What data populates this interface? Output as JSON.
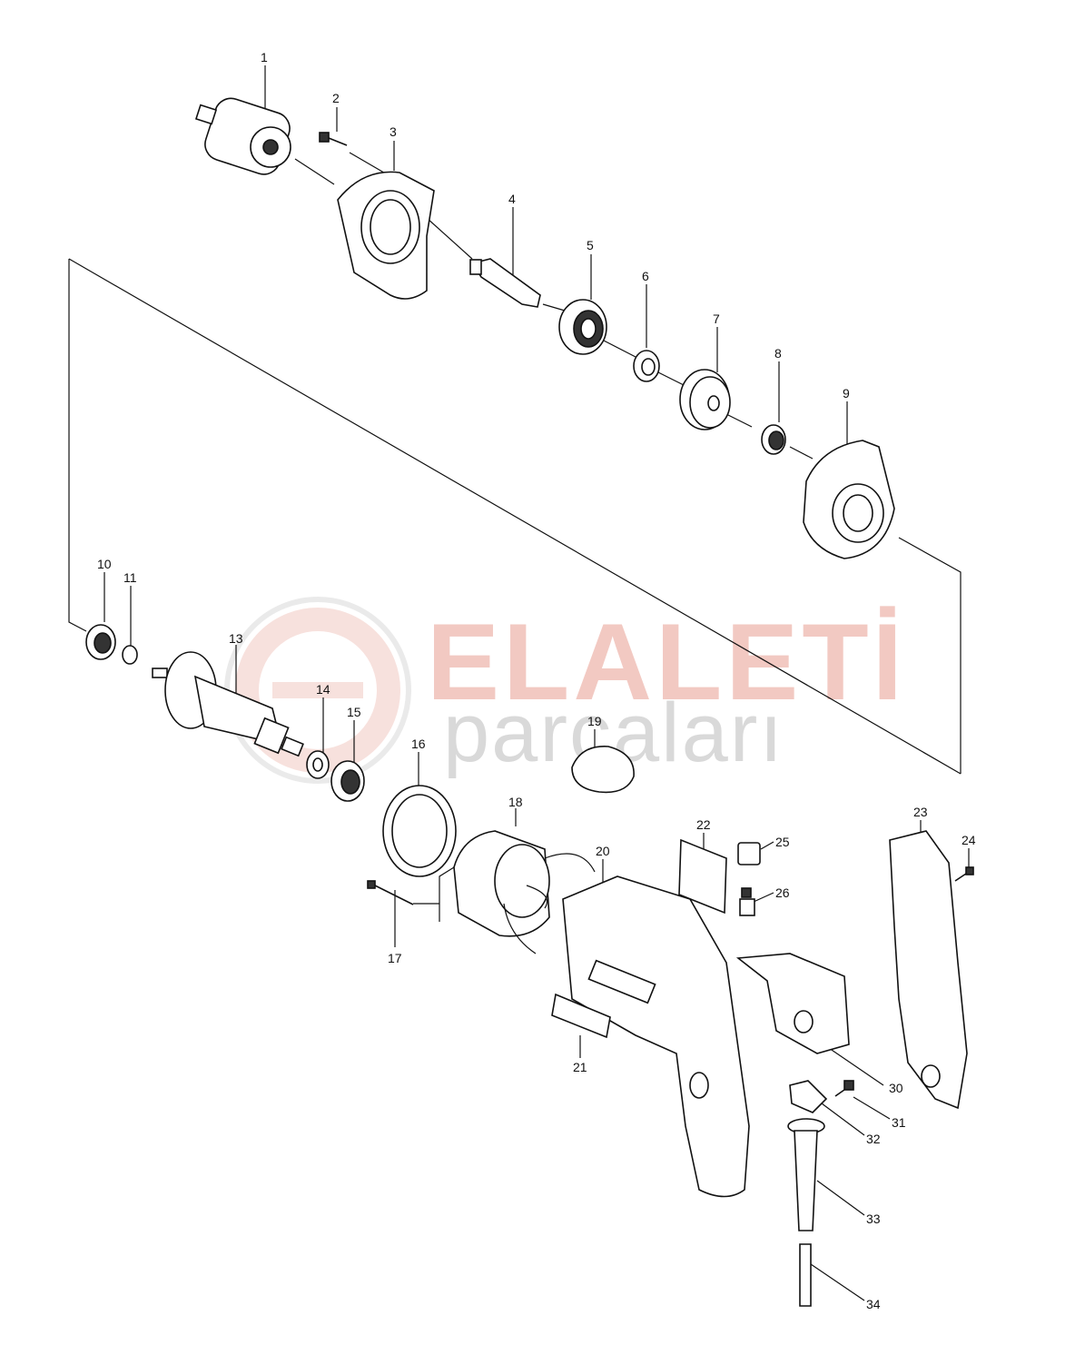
{
  "watermark": {
    "brand_top": "ELALETİ",
    "brand_bottom": "parçaları",
    "logo_mark": "gear-logo-icon",
    "color_top": "#f2c9c2",
    "color_bottom": "#d9d9d9"
  },
  "callouts": [
    {
      "id": "1",
      "label": "1"
    },
    {
      "id": "2",
      "label": "2"
    },
    {
      "id": "3",
      "label": "3"
    },
    {
      "id": "4",
      "label": "4"
    },
    {
      "id": "5",
      "label": "5"
    },
    {
      "id": "6",
      "label": "6"
    },
    {
      "id": "7",
      "label": "7"
    },
    {
      "id": "8",
      "label": "8"
    },
    {
      "id": "9",
      "label": "9"
    },
    {
      "id": "10",
      "label": "10"
    },
    {
      "id": "11",
      "label": "11"
    },
    {
      "id": "13",
      "label": "13"
    },
    {
      "id": "14",
      "label": "14"
    },
    {
      "id": "15",
      "label": "15"
    },
    {
      "id": "16",
      "label": "16"
    },
    {
      "id": "17",
      "label": "17"
    },
    {
      "id": "18",
      "label": "18"
    },
    {
      "id": "19",
      "label": "19"
    },
    {
      "id": "20",
      "label": "20"
    },
    {
      "id": "21",
      "label": "21"
    },
    {
      "id": "22",
      "label": "22"
    },
    {
      "id": "23",
      "label": "23"
    },
    {
      "id": "24",
      "label": "24"
    },
    {
      "id": "25",
      "label": "25"
    },
    {
      "id": "26",
      "label": "26"
    },
    {
      "id": "30",
      "label": "30"
    },
    {
      "id": "31",
      "label": "31"
    },
    {
      "id": "32",
      "label": "32"
    },
    {
      "id": "33",
      "label": "33"
    },
    {
      "id": "34",
      "label": "34"
    }
  ]
}
